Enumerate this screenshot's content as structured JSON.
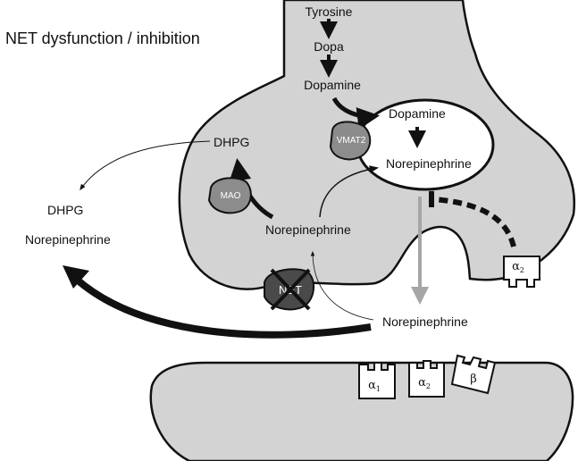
{
  "title": "NET dysfunction / inhibition",
  "synthesis": {
    "tyrosine": "Tyrosine",
    "dopa": "Dopa",
    "dopamine": "Dopamine"
  },
  "vesicle": {
    "dopamine": "Dopamine",
    "norepinephrine": "Norepinephrine"
  },
  "presynaptic": {
    "dhpg": "DHPG",
    "norepinephrine": "Norepinephrine"
  },
  "extracellular": {
    "dhpg": "DHPG",
    "norepinephrine": "Norepinephrine"
  },
  "synaptic_norepinephrine": "Norepinephrine",
  "proteins": {
    "vmat2": "VMAT2",
    "mao": "MAO",
    "net": "NET"
  },
  "receptors": {
    "presynaptic_alpha2": {
      "symbol": "α",
      "sub": "2"
    },
    "post_alpha1": {
      "symbol": "α",
      "sub": "1"
    },
    "post_alpha2": {
      "symbol": "α",
      "sub": "2"
    },
    "post_beta": {
      "symbol": "β"
    }
  },
  "colors": {
    "cell_fill": "#d3d3d3",
    "outline": "#111111",
    "protein_fill": "#8c8c8c",
    "net_fill": "#4a4a4a",
    "release_arrow": "#a6a6a6"
  }
}
